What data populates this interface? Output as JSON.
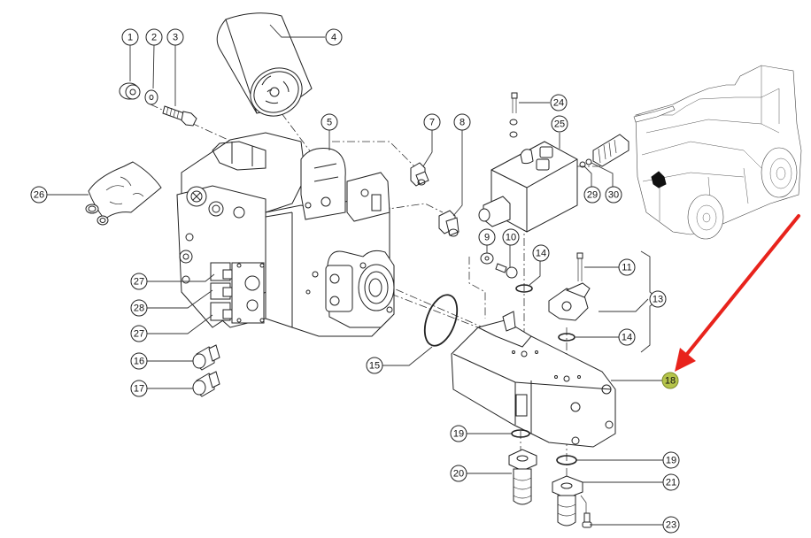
{
  "diagram": {
    "type": "exploded-parts-diagram",
    "highlight_color": "#b5c44a",
    "arrow_color": "#e8231c",
    "highlighted_part": "18",
    "callouts": [
      {
        "id": "c1",
        "label": "1"
      },
      {
        "id": "c2",
        "label": "2"
      },
      {
        "id": "c3",
        "label": "3"
      },
      {
        "id": "c4",
        "label": "4"
      },
      {
        "id": "c5",
        "label": "5"
      },
      {
        "id": "c7",
        "label": "7"
      },
      {
        "id": "c8",
        "label": "8"
      },
      {
        "id": "c24",
        "label": "24"
      },
      {
        "id": "c25",
        "label": "25"
      },
      {
        "id": "c26",
        "label": "26"
      },
      {
        "id": "c29",
        "label": "29"
      },
      {
        "id": "c30",
        "label": "30"
      },
      {
        "id": "c9",
        "label": "9"
      },
      {
        "id": "c10",
        "label": "10"
      },
      {
        "id": "c14a",
        "label": "14"
      },
      {
        "id": "c11",
        "label": "11"
      },
      {
        "id": "c13",
        "label": "13"
      },
      {
        "id": "c14b",
        "label": "14"
      },
      {
        "id": "c27a",
        "label": "27"
      },
      {
        "id": "c28",
        "label": "28"
      },
      {
        "id": "c27b",
        "label": "27"
      },
      {
        "id": "c16",
        "label": "16"
      },
      {
        "id": "c17",
        "label": "17"
      },
      {
        "id": "c15",
        "label": "15"
      },
      {
        "id": "c18",
        "label": "18"
      },
      {
        "id": "c19a",
        "label": "19"
      },
      {
        "id": "c19b",
        "label": "19"
      },
      {
        "id": "c20",
        "label": "20"
      },
      {
        "id": "c21",
        "label": "21"
      },
      {
        "id": "c23",
        "label": "23"
      }
    ]
  }
}
